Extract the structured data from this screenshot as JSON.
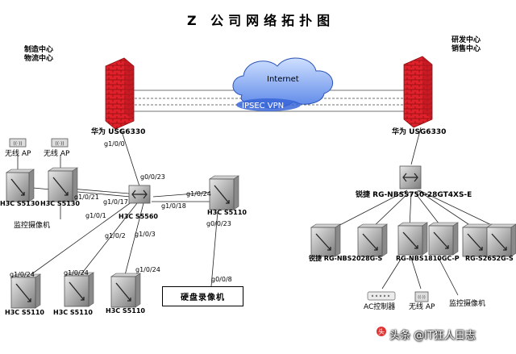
{
  "title": "Z 公司网络拓扑图",
  "sites": {
    "left_line1": "制造中心",
    "left_line2": "物流中心",
    "right_line1": "研发中心",
    "right_line2": "销售中心"
  },
  "cloud": {
    "label": "Internet",
    "vpn_label": "IPSEC VPN"
  },
  "firewalls": {
    "left": "华为 USG6330",
    "right": "华为 USG6330"
  },
  "left_ports": {
    "fw_uplink": "g1/0/0",
    "core_to_fw": "g0/0/23",
    "core_to_s5130b": "g1/0/21",
    "core_to_s5130a": "g1/0/17",
    "core_to_s5130a_2": "g1/0/1",
    "core_to_nvr_switch": "g1/0/24",
    "core_to_nvr_switch_2": "g1/0/18",
    "core_to_s5110_a": "g1/0/2",
    "core_to_s5110_b": "g1/0/3",
    "s5110_a_port": "g1/0/24",
    "s5110_b_port": "g1/0/24",
    "s5110_c_port": "g1/0/24",
    "s5110_top_port": "g0/0/23",
    "nvr_port": "g0/0/8"
  },
  "left_devices": {
    "ap1": "无线 AP",
    "ap2": "无线 AP",
    "s5130a": "H3C S5130",
    "s5130b": "H3C S5130",
    "camera": "监控摄像机",
    "core": "H3C S5560",
    "s5110_top": "H3C S5110",
    "s5110_a": "H3C S5110",
    "s5110_b": "H3C S5110",
    "s5110_c": "H3C S5110",
    "nvr": "硬盘录像机"
  },
  "right_devices": {
    "core": "锐捷 RG-NBS5750-28GT4XS-E",
    "sw1": "锐捷 RG-NBS2028G-S",
    "sw2": "RG-NBS1810GC-P",
    "sw3": "RG-S2652G-S",
    "ac": "AC控制器",
    "ap": "无线 AP",
    "camera": "监控摄像机"
  },
  "watermark": "头条 @IT狂人日志",
  "colors": {
    "firewall": "#e0202a",
    "cloud": "#2a52b8",
    "switch": "#9a9a9a",
    "line": "#222222"
  }
}
